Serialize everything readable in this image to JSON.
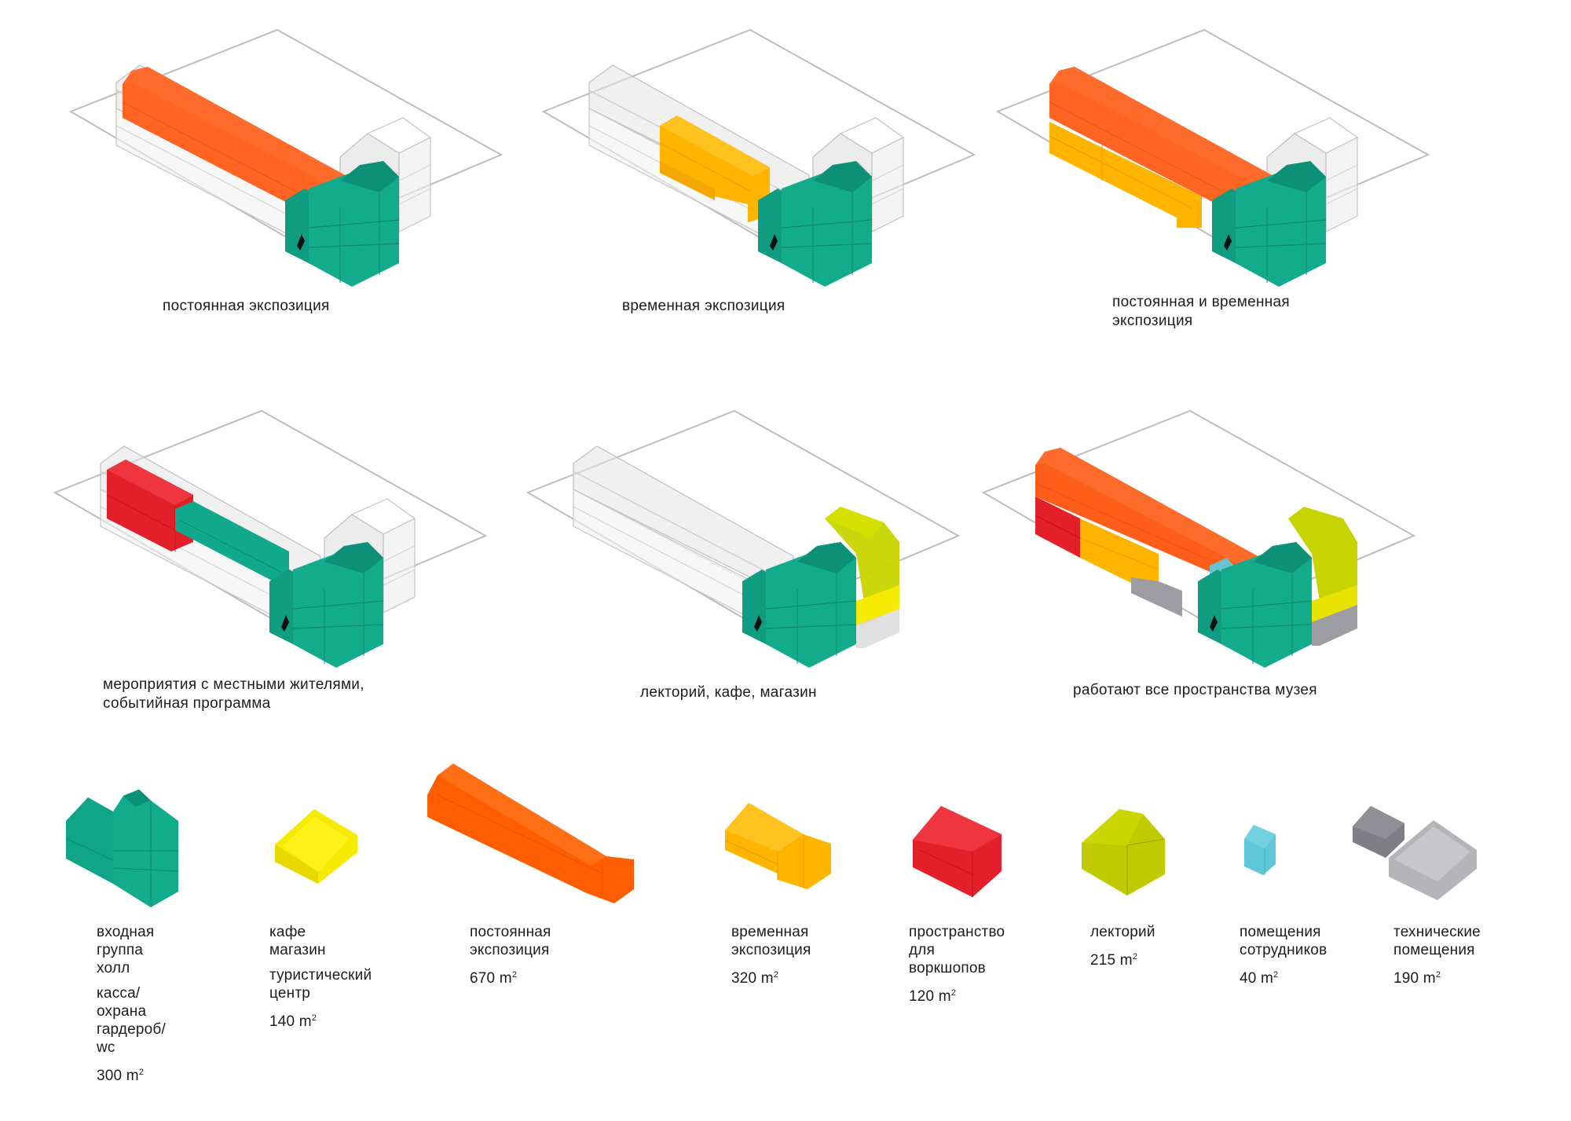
{
  "colors": {
    "entrance": "#10A98B",
    "entrance_dark": "#0A8C72",
    "cafe": "#F5EA00",
    "permanent": "#FF5E1A",
    "temporary": "#FFB400",
    "workshop": "#E3202A",
    "lecture": "#C8D400",
    "staff": "#5FC8D8",
    "technical": "#9C9CA2",
    "ghost": "#D8D8DA",
    "site_outline": "#BDBDBD"
  },
  "scenarios": [
    {
      "id": "permanent",
      "caption": "постоянная экспозиция"
    },
    {
      "id": "temporary",
      "caption": "временная экспозиция"
    },
    {
      "id": "perm-temp",
      "caption": "постоянная и временная\nэкспозиция"
    },
    {
      "id": "events",
      "caption": "мероприятия с местными жителями,\nсобытийная программа"
    },
    {
      "id": "lecture-cafe-shop",
      "caption": "лекторий, кафе, магазин"
    },
    {
      "id": "all",
      "caption": "работают все пространства музея"
    }
  ],
  "legend": [
    {
      "id": "entrance",
      "lines": [
        "входная группа",
        "холл"
      ],
      "lines2": [
        "касса/охрана",
        "гардероб/ wc"
      ],
      "area": "300 m",
      "unit_sup": "2"
    },
    {
      "id": "cafe",
      "lines": [
        "кафе",
        "магазин"
      ],
      "lines2": [
        "туристический",
        "центр"
      ],
      "area": "140 m",
      "unit_sup": "2"
    },
    {
      "id": "permanent",
      "lines": [
        "постоянная",
        "экспозиция"
      ],
      "area": "670 m",
      "unit_sup": "2"
    },
    {
      "id": "temporary",
      "lines": [
        "временная",
        "экспозиция"
      ],
      "area": "320 m",
      "unit_sup": "2"
    },
    {
      "id": "workshop",
      "lines": [
        "пространство",
        "для воркшопов"
      ],
      "area": "120 m",
      "unit_sup": "2"
    },
    {
      "id": "lecture",
      "lines": [
        "лекторий"
      ],
      "area": "215 m",
      "unit_sup": "2"
    },
    {
      "id": "staff",
      "lines": [
        "помещения",
        "сотрудников"
      ],
      "area": "40 m",
      "unit_sup": "2"
    },
    {
      "id": "technical",
      "lines": [
        "технические",
        "помещения"
      ],
      "area": "190 m",
      "unit_sup": "2"
    }
  ]
}
